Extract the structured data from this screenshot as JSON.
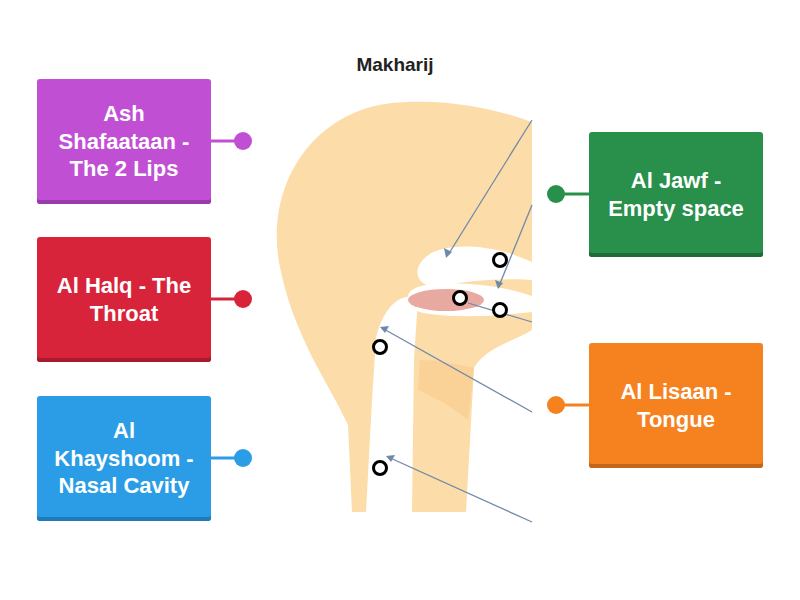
{
  "diagram": {
    "title": "Makharij",
    "nodes": [
      {
        "text": [
          "Ash Shafaataan - The 2 Lips"
        ]
      },
      {
        "text": [
          "Al Jawf - Empty space"
        ]
      },
      {
        "text": [
          "Al Halq - The Throat"
        ]
      },
      {
        "text": [
          "Al Lisaan - Tongue"
        ]
      },
      {
        "text": [
          "Al Khayshoom - Nasal Cavity"
        ]
      }
    ]
  }
}
